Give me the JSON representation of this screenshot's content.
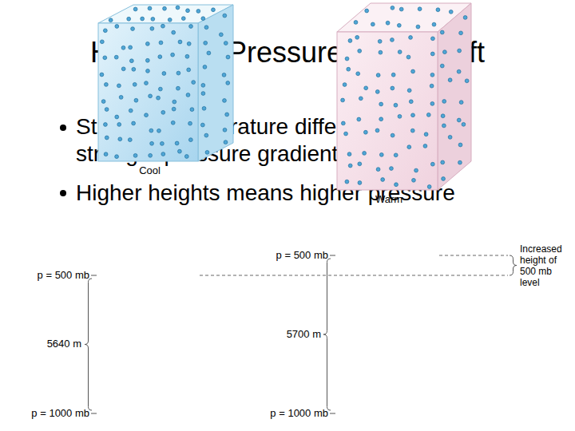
{
  "diagram": {
    "title": "Horizontal Pressure Maps Aloft",
    "nodes": [
      {
        "text": [
          "Cool"
        ]
      },
      {
        "text": [
          "Warm"
        ]
      }
    ],
    "labels": [
      "Stronger temperature difference = stronger pressure gradients",
      "Higher heights means higher pressure",
      "p = 500 mb",
      "5640 m",
      "p = 1000 mb",
      "p = 500 mb",
      "5700 m",
      "p = 1000 mb",
      "Increased height of 500 mb level"
    ]
  }
}
